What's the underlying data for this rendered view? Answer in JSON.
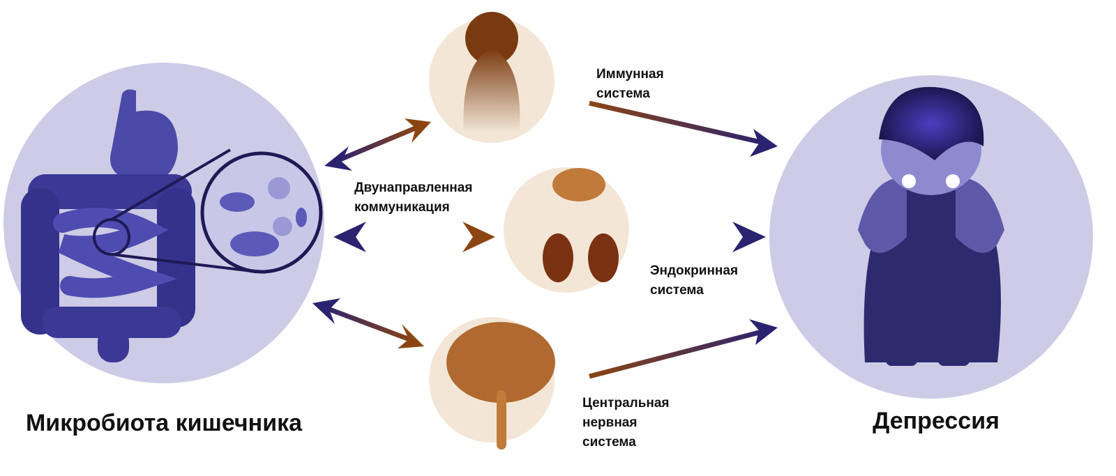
{
  "title_left": "Микробиота кишечника",
  "title_right": "Депрессия",
  "bidirectional": [
    "Двунаправленная",
    "коммуникация"
  ],
  "immune": [
    "Иммунная",
    "система"
  ],
  "endocrine": [
    "Эндокринная",
    "система"
  ],
  "cns": [
    "Центральная",
    "нервная",
    "система"
  ],
  "colors": {
    "lavender": "#cdcbe6",
    "beige": "#f3e6d6",
    "navy": "#2b2270",
    "brown": "#8b4513",
    "gut": "#3d3a9a"
  }
}
